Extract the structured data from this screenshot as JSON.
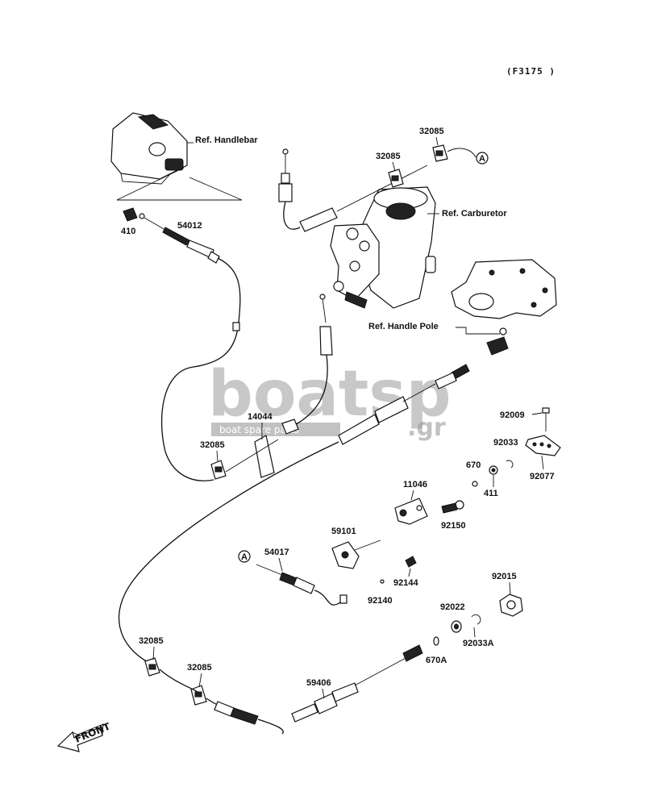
{
  "diagram_code": "(F3175 )",
  "references": {
    "handlebar": "Ref. Handlebar",
    "carburetor": "Ref. Carburetor",
    "handle_pole": "Ref. Handle Pole"
  },
  "callout_marker": "A",
  "front_label": "FRONT",
  "watermark": {
    "brand": "boatsp",
    "tld": ".gr",
    "tagline": "boat spare parts"
  },
  "part_numbers": {
    "p32085_top_right": "32085",
    "p32085_top": "32085",
    "p410": "410",
    "p54012": "54012",
    "p14044": "14044",
    "p32085_mid": "32085",
    "p92009": "92009",
    "p92033": "92033",
    "p670": "670",
    "p411": "411",
    "p92077": "92077",
    "p11046": "11046",
    "p92150": "92150",
    "p59101": "59101",
    "p54017": "54017",
    "p92144": "92144",
    "p92140": "92140",
    "p92015": "92015",
    "p92022": "92022",
    "p92033A": "92033A",
    "p670A": "670A",
    "p32085_low_left": "32085",
    "p32085_low": "32085",
    "p59406": "59406"
  }
}
